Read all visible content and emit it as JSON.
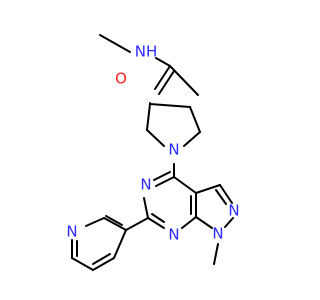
{
  "molecule": {
    "colors": {
      "bond": "#000000",
      "nitrogen": "#2a2aff",
      "oxygen": "#ff2020",
      "background": "#ffffff"
    },
    "atom_labels": {
      "amide_nh": "NH",
      "amide_o": "O",
      "pyrrolidine_n": "N",
      "pyrimidine_n3": "N",
      "pyrimidine_n7": "N",
      "pyrazole_n1": "N",
      "pyrazole_n2": "N",
      "pyridine_n": "N"
    }
  }
}
